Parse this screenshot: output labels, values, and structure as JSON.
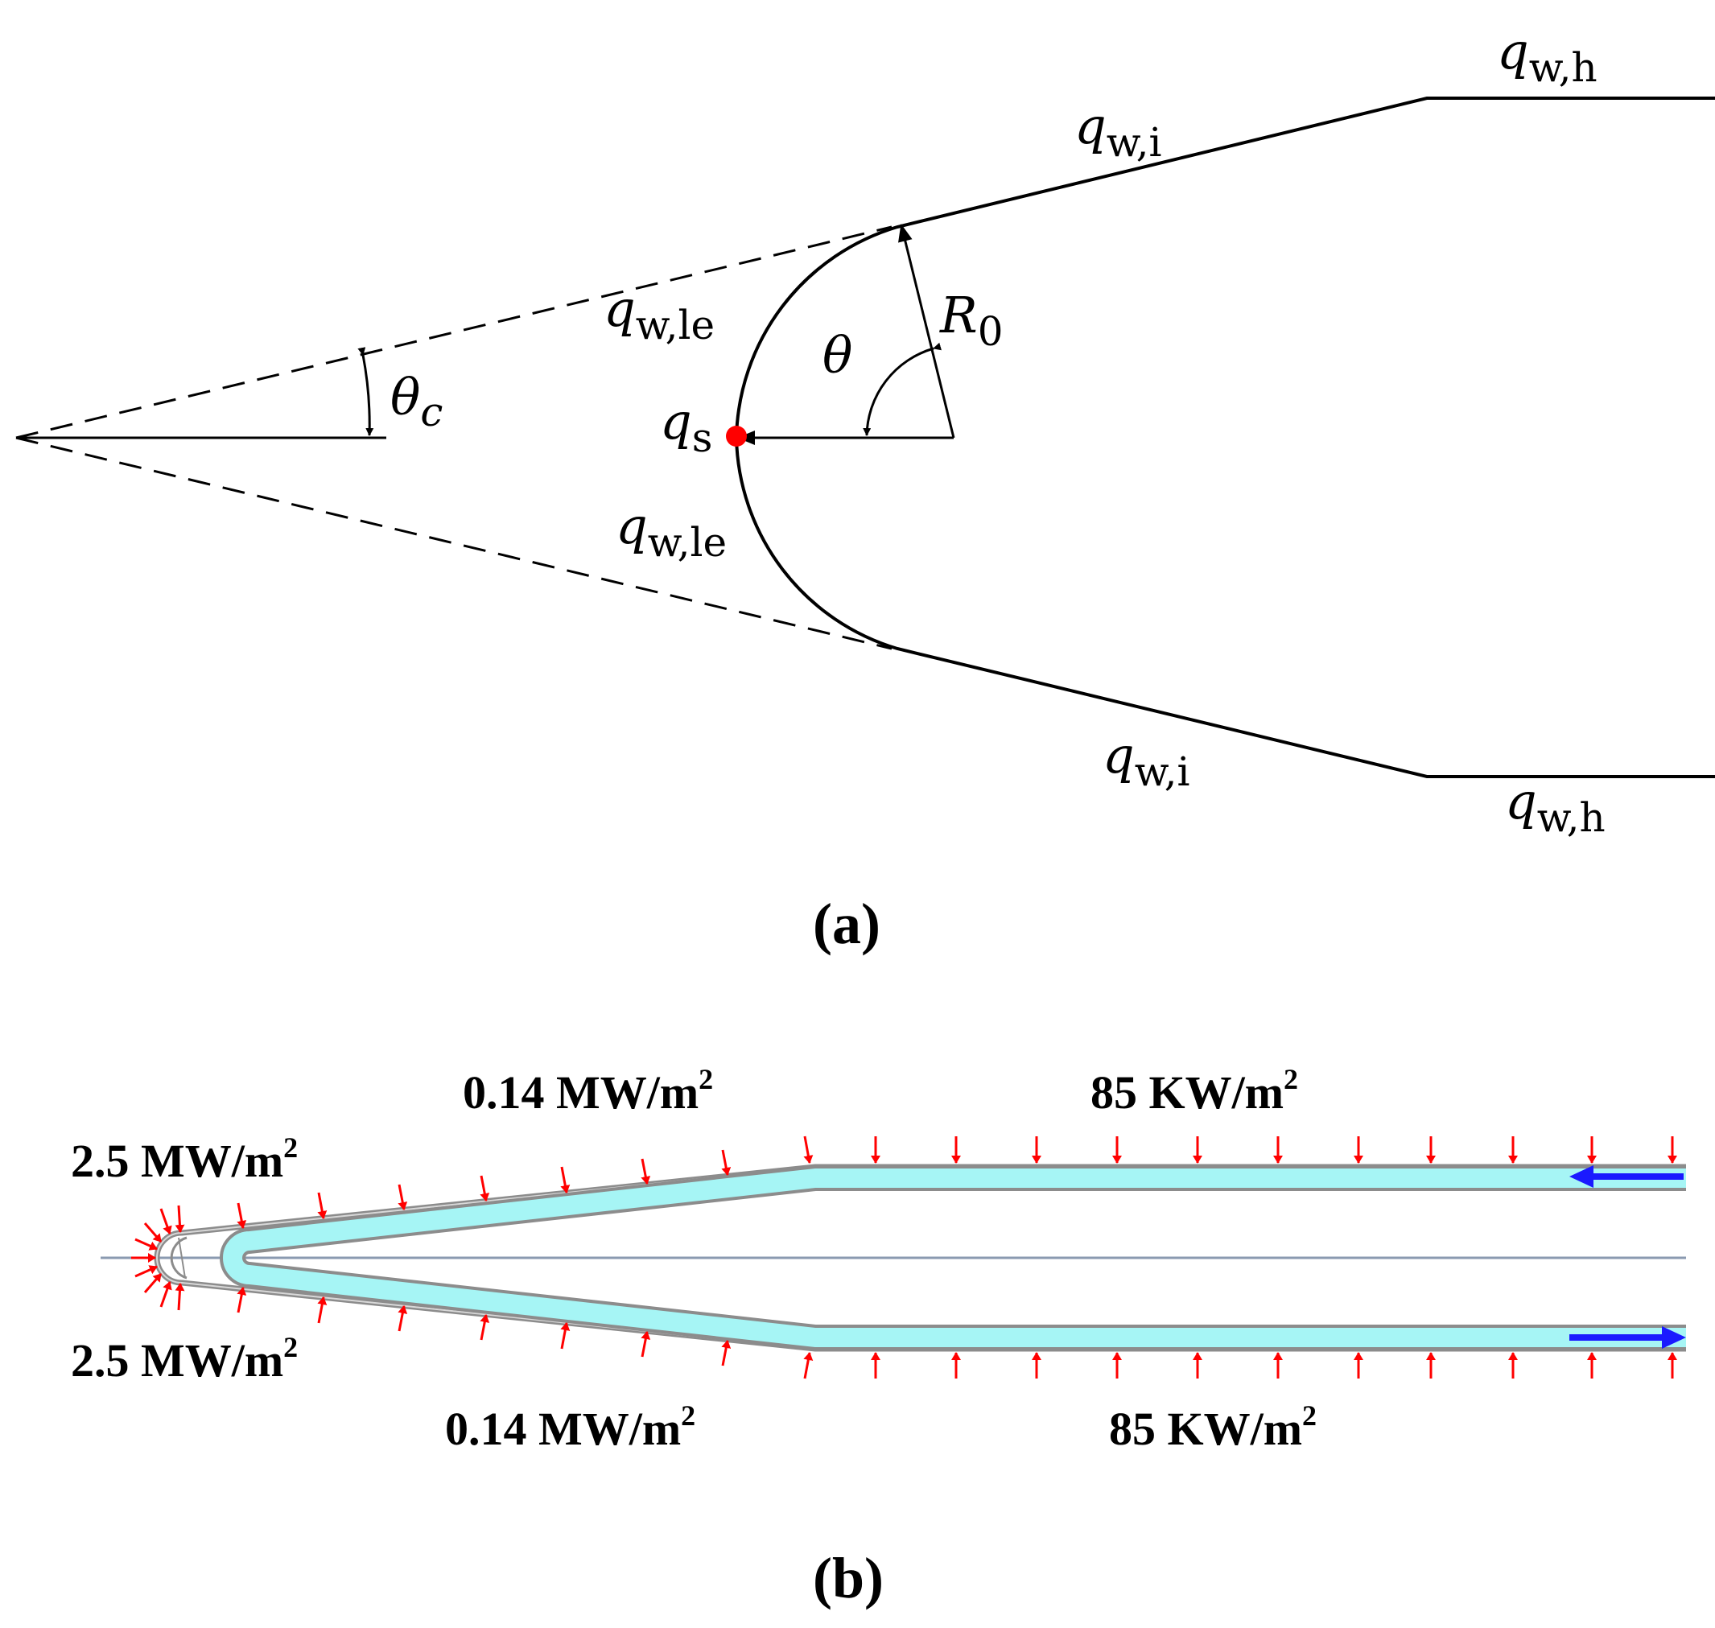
{
  "panel_a": {
    "caption": "(a)",
    "labels": {
      "q_wh_top": {
        "main": "q",
        "sub": "w,h"
      },
      "q_wi_top": {
        "main": "q",
        "sub": "w,i"
      },
      "q_wle_top": {
        "main": "q",
        "sub": "w,le"
      },
      "q_s": {
        "main": "q",
        "sub": "s"
      },
      "q_wle_bottom": {
        "main": "q",
        "sub": "w,le"
      },
      "q_wi_bottom": {
        "main": "q",
        "sub": "w,i"
      },
      "q_wh_bottom": {
        "main": "q",
        "sub": "w,h"
      },
      "r0": {
        "main": "R",
        "sub": "0"
      },
      "theta": "θ",
      "theta_c": {
        "main": "θ",
        "sub": "c"
      }
    },
    "colors": {
      "stagnation_point": "#ff0000",
      "line": "#000000"
    }
  },
  "panel_b": {
    "caption": "(b)",
    "labels": {
      "nose_top": {
        "value": "2.5 MW/m",
        "sup": "2"
      },
      "nose_bottom": {
        "value": "2.5 MW/m",
        "sup": "2"
      },
      "ramp_top": {
        "value": "0.14 MW/m",
        "sup": "2"
      },
      "ramp_bottom": {
        "value": "0.14 MW/m",
        "sup": "2"
      },
      "flat_top": {
        "value": "85 KW/m",
        "sup": "2"
      },
      "flat_bottom": {
        "value": "85 KW/m",
        "sup": "2"
      }
    },
    "colors": {
      "heat_flux_arrows": "#ff0000",
      "coolant_fill": "#a6f5f5",
      "flow_arrows": "#1a1aff",
      "wall": "#8c8c8c",
      "centerline": "#8a9ab0"
    }
  }
}
